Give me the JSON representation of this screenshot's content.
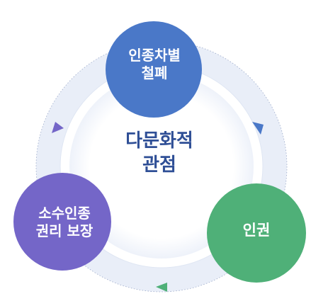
{
  "center": {
    "lines": [
      "다문화적",
      "관점"
    ]
  },
  "nodes": {
    "top": {
      "lines": [
        "인종차별",
        "철폐"
      ]
    },
    "right": {
      "lines": [
        "인권"
      ]
    },
    "left": {
      "lines": [
        "소수인종",
        "권리 보장"
      ]
    }
  },
  "colors": {
    "top_circle": "#4a78c8",
    "right_circle": "#4fb078",
    "left_circle": "#7466c8",
    "ring": "#e9eef8",
    "center_text": "#2f4f96"
  }
}
